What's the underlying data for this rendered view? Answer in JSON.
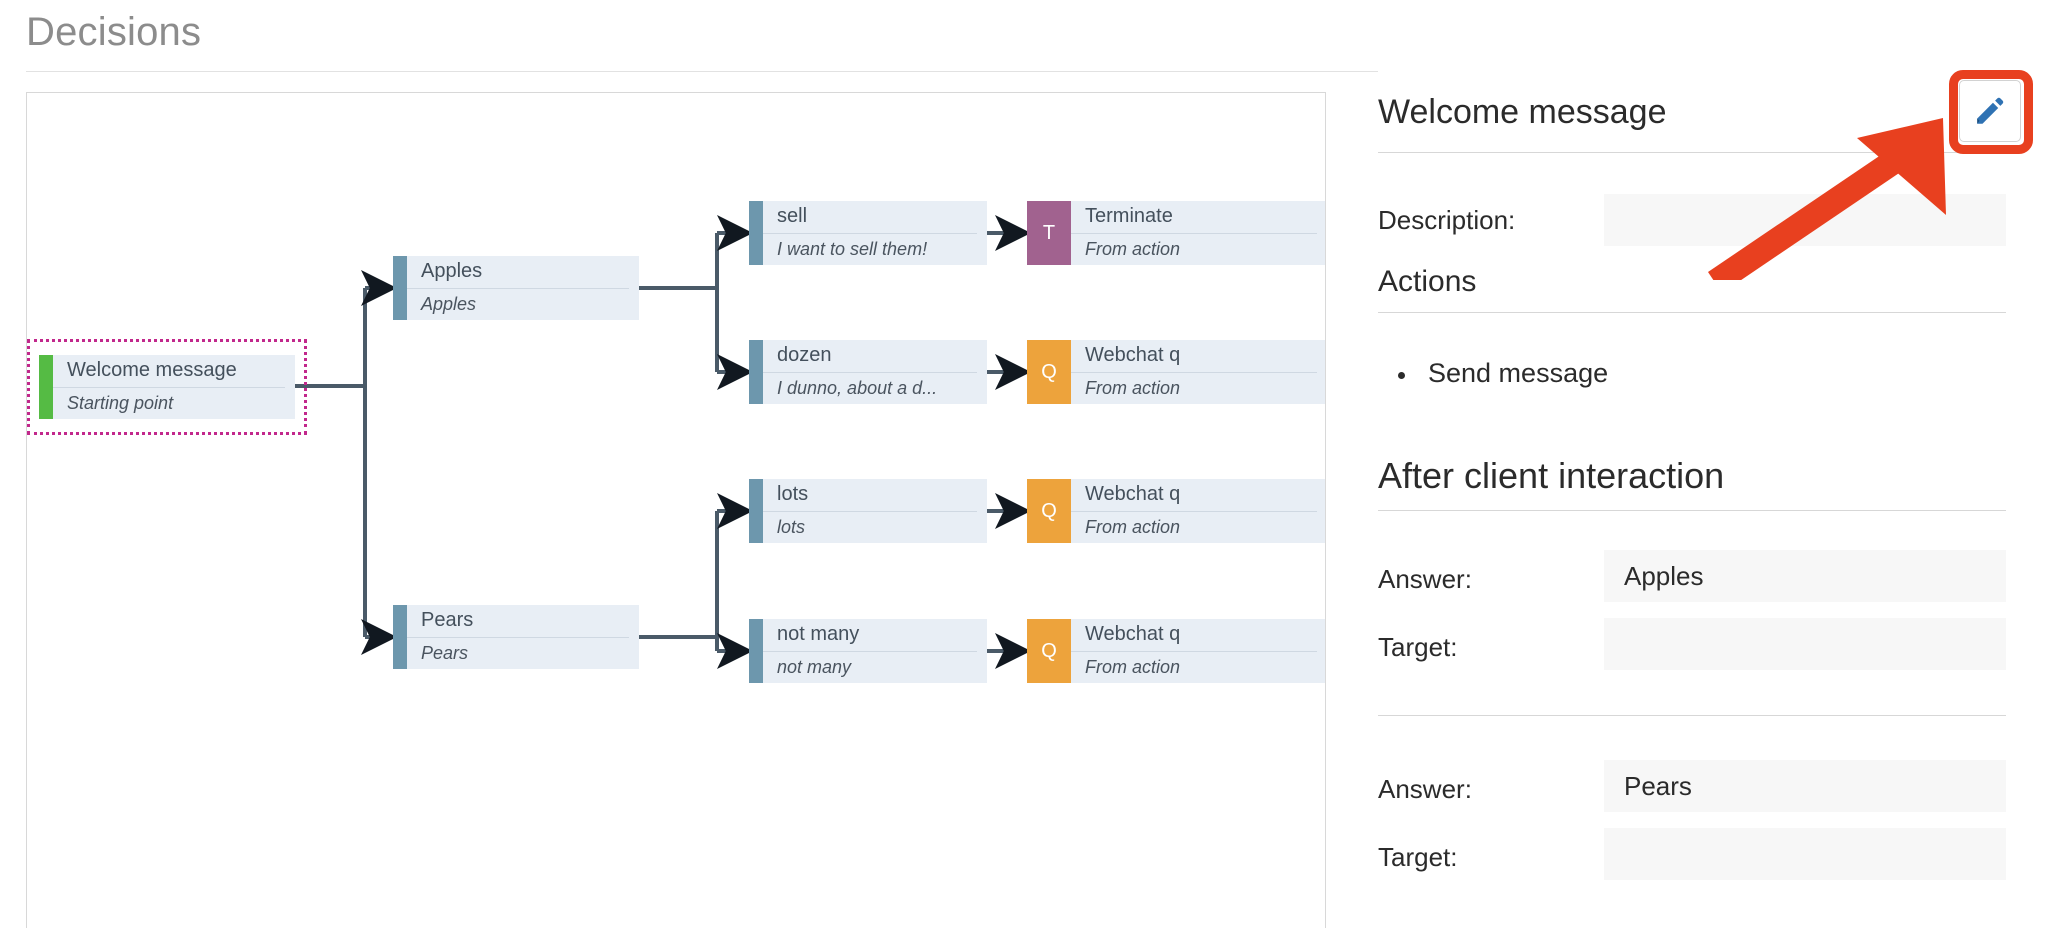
{
  "page": {
    "title": "Decisions"
  },
  "diagram": {
    "nodes": [
      {
        "id": "start",
        "title": "Welcome message",
        "subtitle": "Starting point",
        "accent": "green",
        "badge": null,
        "selected": true
      },
      {
        "id": "apples",
        "title": "Apples",
        "subtitle": "Apples",
        "accent": "blue",
        "badge": null,
        "selected": false
      },
      {
        "id": "pears",
        "title": "Pears",
        "subtitle": "Pears",
        "accent": "blue",
        "badge": null,
        "selected": false
      },
      {
        "id": "sell",
        "title": "sell",
        "subtitle": "I want to sell them!",
        "accent": "blue",
        "badge": null,
        "selected": false
      },
      {
        "id": "dozen",
        "title": "dozen",
        "subtitle": "I dunno, about a d...",
        "accent": "blue",
        "badge": null,
        "selected": false
      },
      {
        "id": "lots",
        "title": "lots",
        "subtitle": "lots",
        "accent": "blue",
        "badge": null,
        "selected": false
      },
      {
        "id": "notmany",
        "title": "not many",
        "subtitle": "not many",
        "accent": "blue",
        "badge": null,
        "selected": false
      },
      {
        "id": "terminate",
        "title": "Terminate",
        "subtitle": "From action",
        "accent": "none",
        "badge": "T",
        "badge_kind": "terminate",
        "selected": false
      },
      {
        "id": "webchat1",
        "title": "Webchat q",
        "subtitle": "From action",
        "accent": "none",
        "badge": "Q",
        "badge_kind": "question",
        "selected": false
      },
      {
        "id": "webchat2",
        "title": "Webchat q",
        "subtitle": "From action",
        "accent": "none",
        "badge": "Q",
        "badge_kind": "question",
        "selected": false
      },
      {
        "id": "webchat3",
        "title": "Webchat q",
        "subtitle": "From action",
        "accent": "none",
        "badge": "Q",
        "badge_kind": "question",
        "selected": false
      }
    ],
    "colors": {
      "node_fill": "#e8eef5",
      "accent_blue": "#6d97ad",
      "accent_green": "#55bb44",
      "badge_terminate": "#a1628f",
      "badge_question": "#eda33c",
      "connector": "#4a5a68",
      "selection": "#c2288c"
    }
  },
  "detail": {
    "title": "Welcome message",
    "edit_icon": "pencil-icon",
    "description_label": "Description:",
    "description_value": "",
    "actions_heading": "Actions",
    "actions": [
      "Send message"
    ],
    "after_interaction_heading": "After client interaction",
    "branches": [
      {
        "answer_label": "Answer:",
        "answer_value": "Apples",
        "target_label": "Target:",
        "target_value": ""
      },
      {
        "answer_label": "Answer:",
        "answer_value": "Pears",
        "target_label": "Target:",
        "target_value": ""
      }
    ]
  },
  "annotation": {
    "highlight_color": "#e8401f",
    "points_to": "edit-button"
  }
}
